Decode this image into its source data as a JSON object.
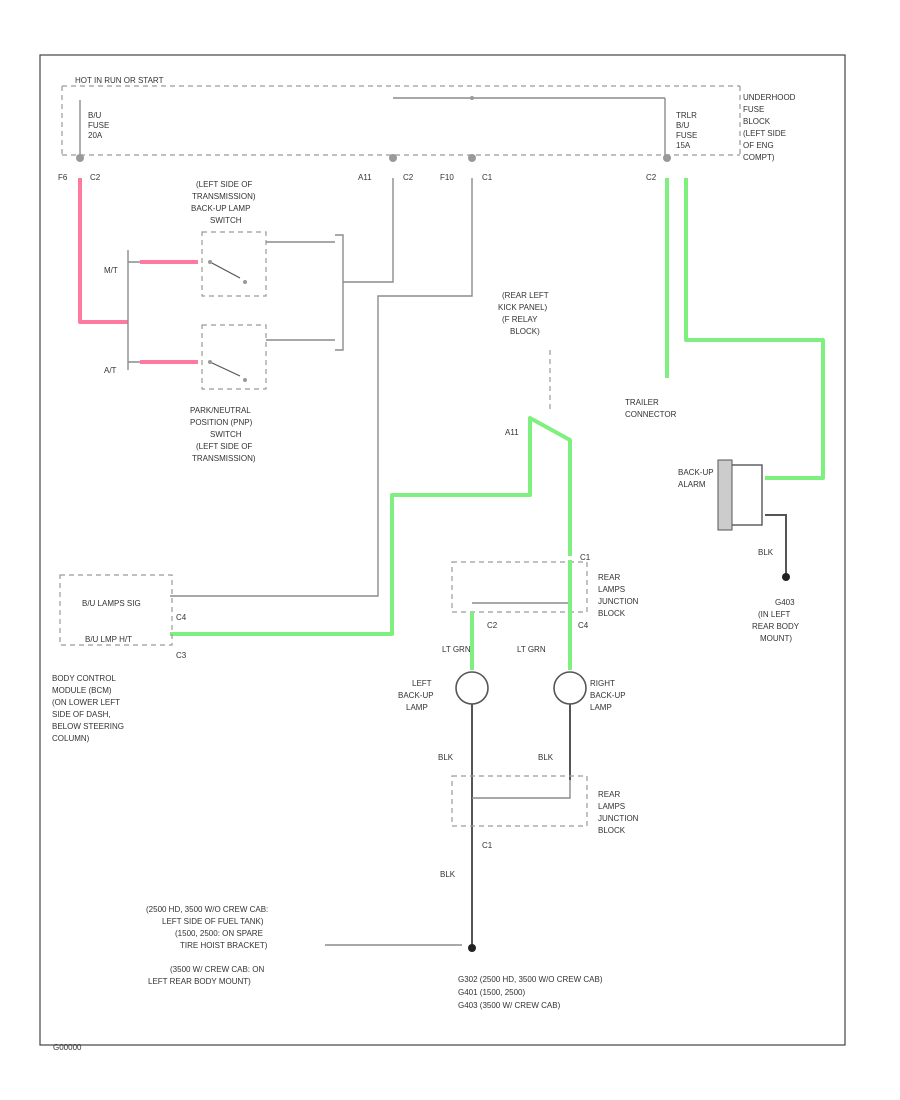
{
  "labels": {
    "hot_in_run": "HOT IN RUN OR START",
    "backup_fuse_1": "B/U",
    "backup_fuse_2": "FUSE",
    "backup_fuse_3": "20A",
    "trlr_fuse_1": "TRLR",
    "trlr_fuse_2": "B/U",
    "trlr_fuse_3": "FUSE",
    "trlr_fuse_4": "15A",
    "fuse_block_1": "UNDERHOOD",
    "fuse_block_2": "FUSE",
    "fuse_block_3": "BLOCK",
    "fuse_block_4": "(LEFT SIDE",
    "fuse_block_5": "OF ENG",
    "fuse_block_6": "COMPT)",
    "pin_f6": "F6",
    "conn_c2_a": "C2",
    "pin_a11": "A11",
    "conn_c2_b": "C2",
    "pin_f10": "F10",
    "conn_c1": "C1",
    "conn_c2_c": "C2",
    "mt_switch_1": "(LEFT SIDE OF",
    "mt_switch_2": "TRANSMISSION)",
    "mt_switch_3": "BACK-UP LAMP",
    "mt_switch_4": "SWITCH",
    "mt": "M/T",
    "at": "A/T",
    "pnp_1": "PARK/NEUTRAL",
    "pnp_2": "POSITION (PNP)",
    "pnp_3": "SWITCH",
    "pnp_4": "(LEFT SIDE OF",
    "pnp_5": "TRANSMISSION)",
    "relay_block_1": "(REAR LEFT",
    "relay_block_2": "KICK PANEL)",
    "relay_block_3": "(F RELAY",
    "relay_block_4": "BLOCK)",
    "trailer_1": "TRAILER",
    "trailer_2": "CONNECTOR",
    "backup_alarm_1": "BACK-UP",
    "backup_alarm_2": "ALARM",
    "ground_right_1": "G403",
    "ground_right_2": "(IN LEFT",
    "ground_right_3": "REAR BODY",
    "ground_right_4": "MOUNT)",
    "bcm_row_1": "B/U LAMPS SIG",
    "bcm_row_2": "B/U LMP H/T",
    "bcm_1": "BODY CONTROL",
    "bcm_2": "MODULE (BCM)",
    "bcm_3": "(ON LOWER LEFT",
    "bcm_4": "SIDE OF DASH,",
    "bcm_5": "BELOW STEERING",
    "bcm_6": "COLUMN)",
    "c4": "C4",
    "c3": "C3",
    "rljb_1": "REAR",
    "rljb_2": "LAMPS",
    "rljb_3": "JUNCTION",
    "rljb_4": "BLOCK",
    "left_lamp_1": "LEFT",
    "left_lamp_2": "BACK-UP",
    "left_lamp_3": "LAMP",
    "right_lamp_1": "RIGHT",
    "right_lamp_2": "BACK-UP",
    "right_lamp_3": "LAMP",
    "lt_grn": "LT GRN",
    "blk": "BLK",
    "ground_note_1": "(2500 HD, 3500 W/O CREW CAB:",
    "ground_note_2": "LEFT SIDE OF FUEL TANK)",
    "ground_note_3": "(1500, 2500: ON SPARE",
    "ground_note_4": "TIRE HOIST BRACKET)",
    "ground_note_5": "(3500 W/ CREW CAB: ON",
    "ground_note_6": "LEFT REAR BODY MOUNT)",
    "gnd_list_1": "G302   (2500 HD, 3500 W/O CREW CAB)",
    "gnd_list_2": "G401   (1500, 2500)",
    "gnd_list_3": "G403   (3500 W/ CREW CAB)",
    "footer_code": "G00000"
  },
  "colors": {
    "green_wire": "#7ff07f",
    "pink_wire": "#ff7a9e",
    "gray_wire": "#8c8c8c"
  }
}
